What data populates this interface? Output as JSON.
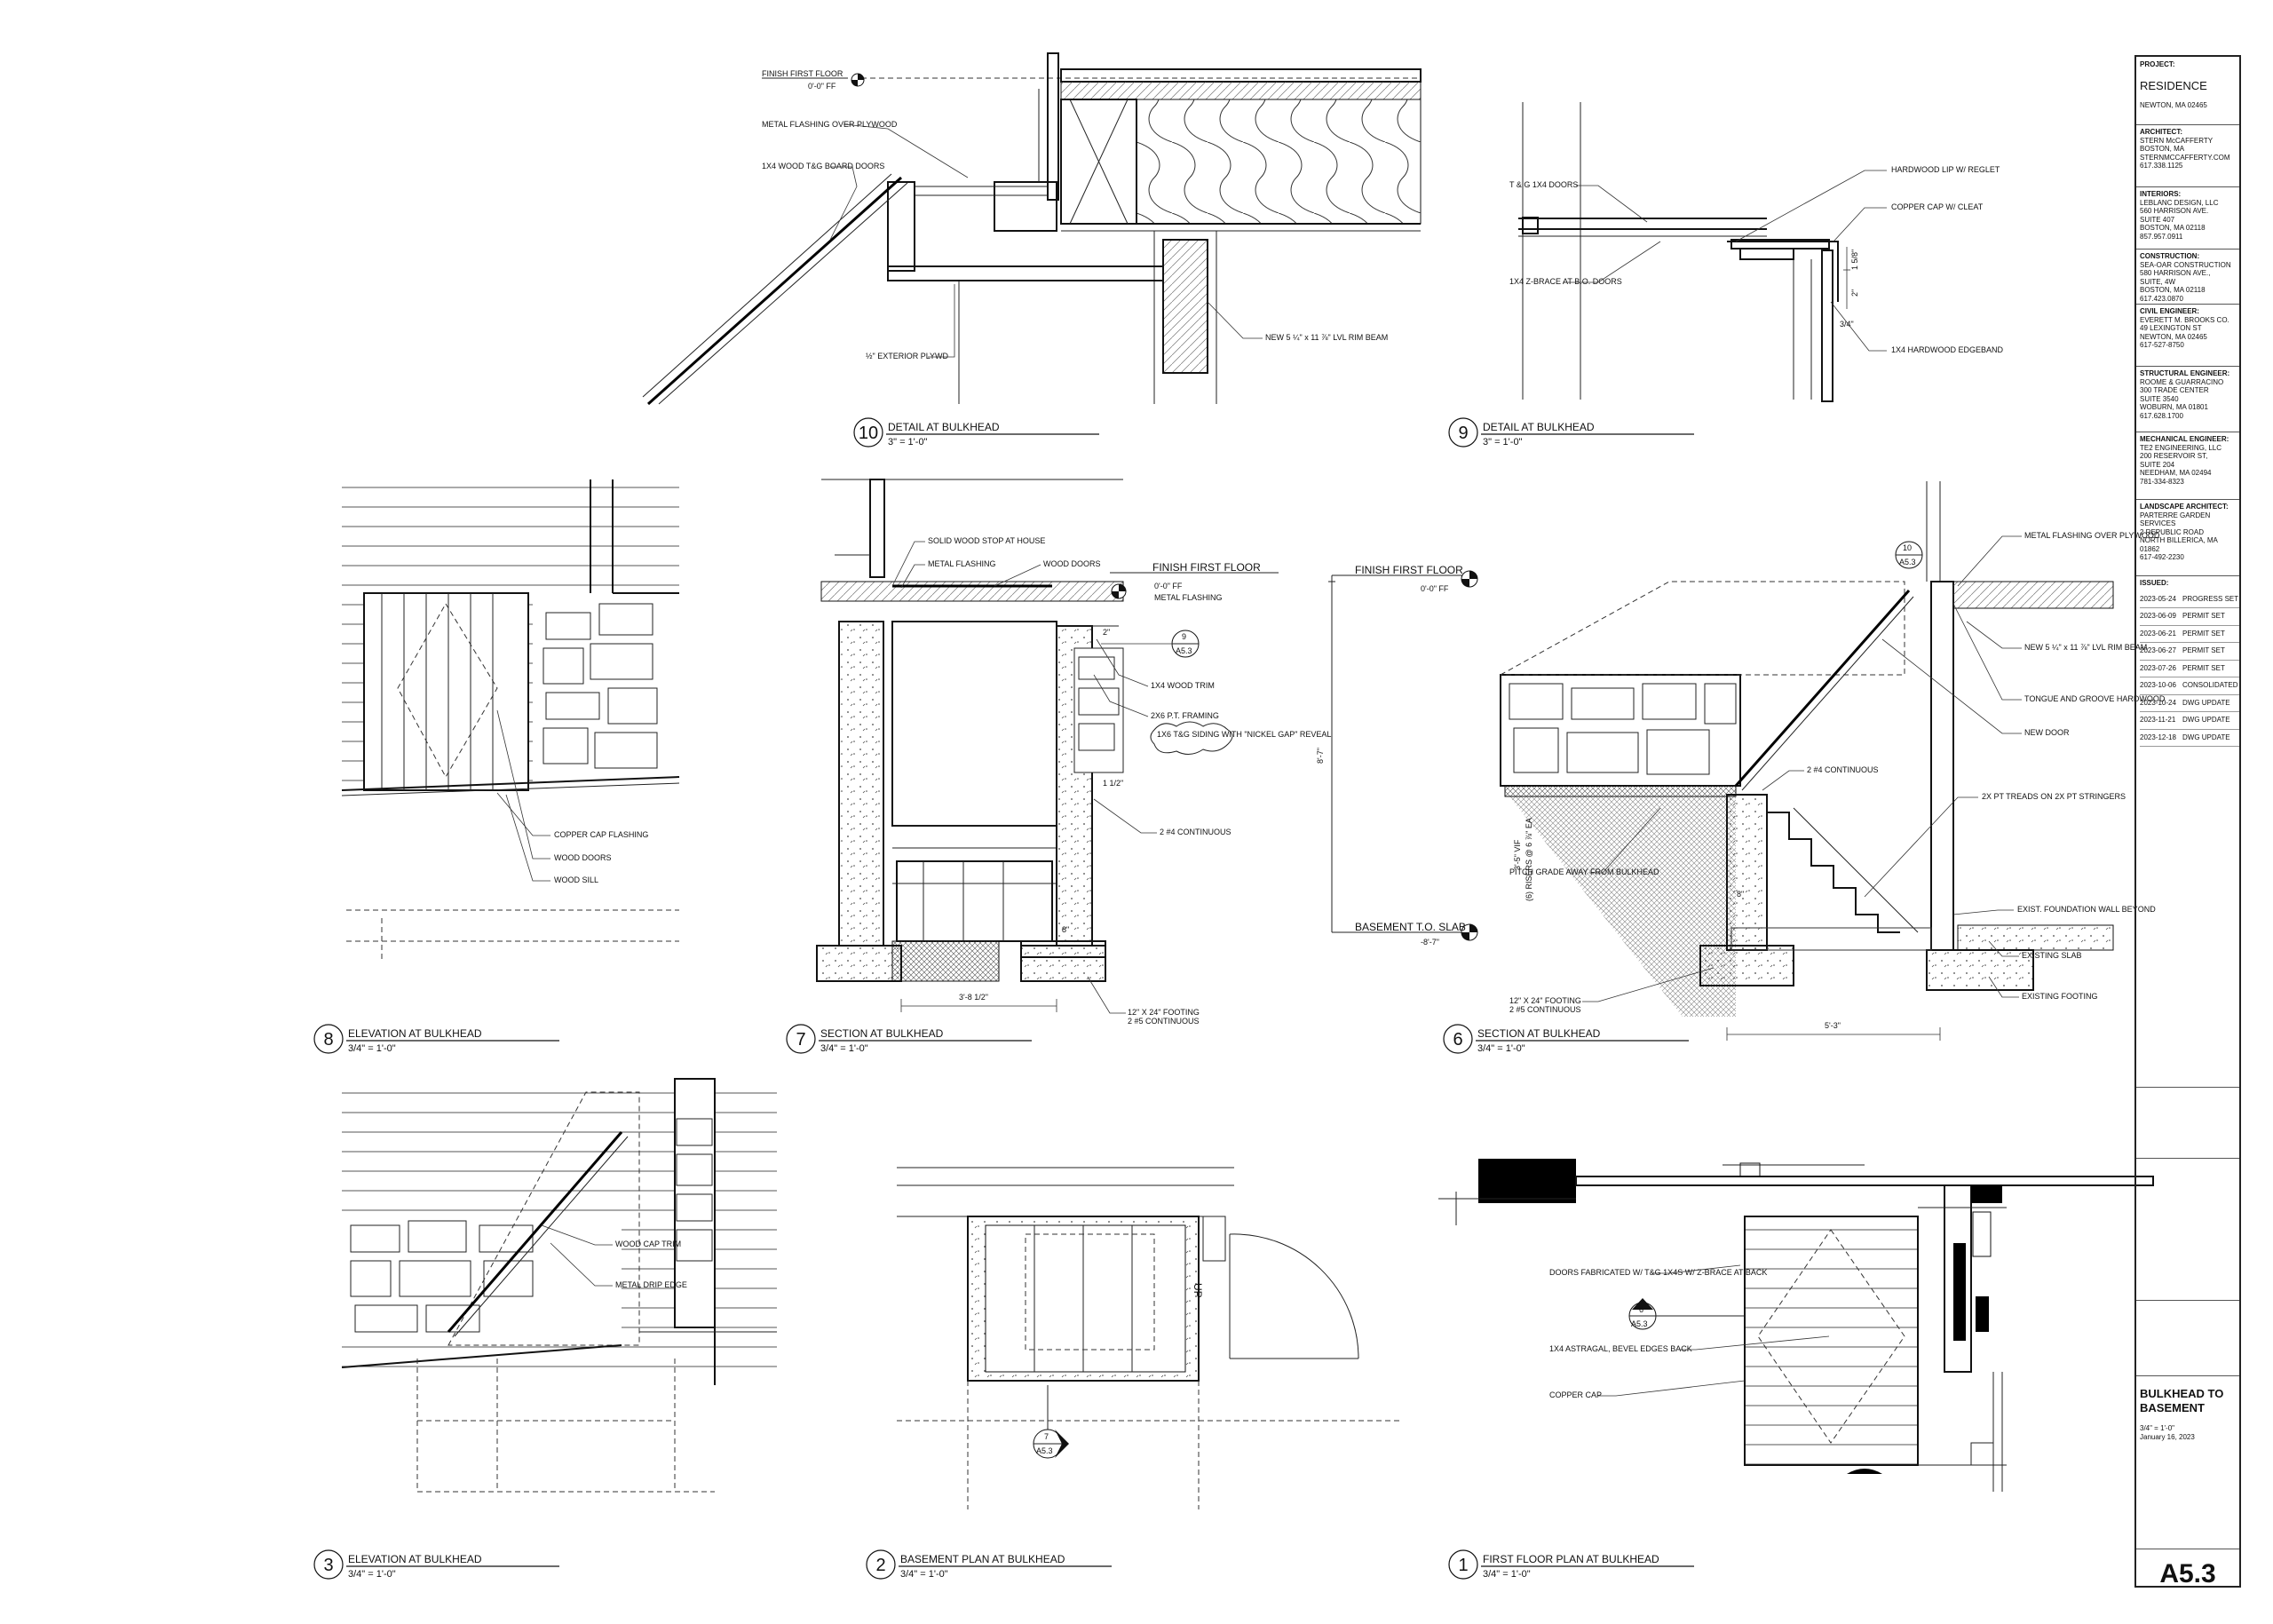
{
  "details": [
    {
      "num": "10",
      "title": "DETAIL AT BULKHEAD",
      "scale": "3\" = 1'-0\""
    },
    {
      "num": "9",
      "title": "DETAIL AT BULKHEAD",
      "scale": "3\" = 1'-0\""
    },
    {
      "num": "8",
      "title": "ELEVATION AT BULKHEAD",
      "scale": "3/4\" = 1'-0\""
    },
    {
      "num": "7",
      "title": "SECTION AT BULKHEAD",
      "scale": "3/4\" = 1'-0\""
    },
    {
      "num": "6",
      "title": "SECTION AT BULKHEAD",
      "scale": "3/4\" = 1'-0\""
    },
    {
      "num": "3",
      "title": "ELEVATION AT BULKHEAD",
      "scale": "3/4\" = 1'-0\""
    },
    {
      "num": "2",
      "title": "BASEMENT PLAN AT BULKHEAD",
      "scale": "3/4\" = 1'-0\""
    },
    {
      "num": "1",
      "title": "FIRST FLOOR PLAN AT BULKHEAD",
      "scale": "3/4\" = 1'-0\""
    }
  ],
  "notes10": {
    "ffloor": "FINISH FIRST FLOOR",
    "ff": "0'-0\" FF",
    "flashing": "METAL FLASHING OVER PLYWOOD",
    "doors": "1X4 WOOD T&G BOARD DOORS",
    "plywd": "½\" EXTERIOR PLYWD",
    "lvl": "NEW 5 ¼\" x 11 ⅞\" LVL RIM BEAM"
  },
  "notes9": {
    "doors": "T & G 1X4 DOORS",
    "zbrace": "1X4 Z-BRACE AT B.O. DOORS",
    "lip": "HARDWOOD LIP W/ REGLET",
    "cap": "COPPER CAP W/ CLEAT",
    "edge": "1X4 HARDWOOD EDGEBAND",
    "d1": "1 5/8\"",
    "d2": "2\"",
    "d3": "3/4\""
  },
  "notes8": {
    "cap": "COPPER CAP FLASHING",
    "doors": "WOOD DOORS",
    "sill": "WOOD SILL"
  },
  "notes7": {
    "stop": "SOLID WOOD STOP AT HOUSE",
    "flash": "METAL FLASHING",
    "doors": "WOOD DOORS",
    "ffloor": "FINISH FIRST FLOOR",
    "ff": "0'-0\" FF",
    "flash2": "METAL FLASHING",
    "trim": "1X4 WOOD TRIM",
    "framing": "2X6 P.T. FRAMING",
    "siding": "1X6 T&G SIDING WITH \"NICKEL GAP\" REVEAL",
    "cont": "2 #4 CONTINUOUS",
    "footing": "12\" X 24\" FOOTING",
    "footing2": "2 #5 CONTINUOUS",
    "w": "3'-8 1/2\"",
    "d8": "8\"",
    "d12": "1 1/2\"",
    "d2": "2\"",
    "tag_n": "9",
    "tag_s": "A5.3"
  },
  "notes6": {
    "ffloor": "FINISH FIRST FLOOR",
    "ff": "0'-0\" FF",
    "slab": "BASEMENT T.O. SLAB",
    "slabv": "-8'-7\"",
    "h": "8'-7\"",
    "risers": "(6) RISERS @ 6 ⅞\" EA",
    "rh": "3'-5\" VIF",
    "flash": "METAL FLASHING OVER PLYWOOD",
    "lvl": "NEW 5 ¼\" x 11 ⅞\" LVL RIM BEAM",
    "tongue": "TONGUE AND GROOVE HARDWOOD",
    "door": "NEW DOOR",
    "cont": "2 #4 CONTINUOUS",
    "treads": "2X PT TREADS ON 2X PT STRINGERS",
    "pitch": "PITCH GRADE AWAY FROM BULKHEAD",
    "wall": "EXIST. FOUNDATION WALL BEYOND",
    "exslab": "EXISTING SLAB",
    "exfoot": "EXISTING FOOTING",
    "footing": "12\" X 24\" FOOTING",
    "footing2": "2 #5 CONTINUOUS",
    "w": "5'-3\"",
    "d8": "8\"",
    "tag_n": "10",
    "tag_s": "A5.3"
  },
  "notes3": {
    "cap": "WOOD CAP TRIM",
    "drip": "METAL DRIP EDGE"
  },
  "notes2": {
    "up": "UP",
    "tag_n": "7",
    "tag_s": "A5.3"
  },
  "notes1": {
    "doors": "DOORS FABRICATED W/ T&G 1X4S W/ Z-BRACE AT BACK",
    "astragal": "1X4 ASTRAGAL, BEVEL EDGES BACK",
    "cap": "COPPER CAP",
    "tag_n": "6",
    "tag_s": "A5.3"
  },
  "titleblock": {
    "project_label": "PROJECT:",
    "project": "RESIDENCE",
    "location": "NEWTON, MA 02465",
    "consultants": [
      {
        "label": "ARCHITECT:",
        "lines": [
          "STERN McCAFFERTY",
          "BOSTON, MA",
          "STERNMCCAFFERTY.COM",
          "617.338.1125"
        ]
      },
      {
        "label": "INTERIORS:",
        "lines": [
          "LEBLANC DESIGN, LLC",
          "560 HARRISON AVE.",
          "SUITE 407",
          "BOSTON, MA 02118",
          "857.957.0911"
        ]
      },
      {
        "label": "CONSTRUCTION:",
        "lines": [
          "SEA-OAR CONSTRUCTION",
          "580 HARRISON AVE.,",
          "SUITE, 4W",
          "BOSTON, MA 02118",
          "617.423.0870"
        ]
      },
      {
        "label": "CIVIL ENGINEER:",
        "lines": [
          "EVERETT M. BROOKS CO.",
          "49 LEXINGTON ST",
          "NEWTON, MA 02465",
          "617-527-8750"
        ]
      },
      {
        "label": "STRUCTURAL ENGINEER:",
        "lines": [
          "ROOME & GUARRACINO",
          "300 TRADE CENTER",
          "SUITE 3540",
          "WOBURN, MA 01801",
          "617.628.1700"
        ]
      },
      {
        "label": "MECHANICAL ENGINEER:",
        "lines": [
          "TE2 ENGINEERING, LLC",
          "200 RESERVOIR ST,",
          "SUITE 204",
          "NEEDHAM, MA 02494",
          "781-334-8323"
        ]
      },
      {
        "label": "LANDSCAPE ARCHITECT:",
        "lines": [
          "PARTERRE GARDEN",
          "SERVICES",
          "2 REPUBLIC ROAD",
          "NORTH BILLERICA, MA",
          "01862",
          "617-492-2230"
        ]
      }
    ],
    "issued_label": "ISSUED:",
    "issues": [
      {
        "date": "2023-05-24",
        "desc": "PROGRESS SET"
      },
      {
        "date": "2023-06-09",
        "desc": "PERMIT SET"
      },
      {
        "date": "2023-06-21",
        "desc": "PERMIT SET"
      },
      {
        "date": "2023-06-27",
        "desc": "PERMIT SET"
      },
      {
        "date": "2023-07-26",
        "desc": "PERMIT SET"
      },
      {
        "date": "2023-10-06",
        "desc": "CONSOLIDATED"
      },
      {
        "date": "2023-10-24",
        "desc": "DWG UPDATE"
      },
      {
        "date": "2023-11-21",
        "desc": "DWG UPDATE"
      },
      {
        "date": "2023-12-18",
        "desc": "DWG UPDATE"
      }
    ],
    "sheet_title": "BULKHEAD TO BASEMENT",
    "sheet_scale": "3/4\" = 1'-0\"",
    "date": "January 16, 2023",
    "sheet_number": "A5.3"
  }
}
